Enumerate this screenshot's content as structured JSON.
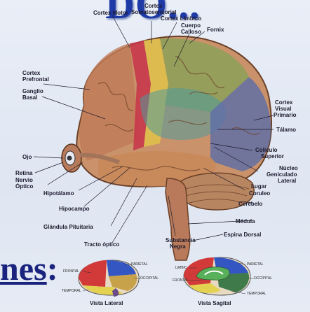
{
  "title_fragment": "DO...",
  "subtitle_fragment": {
    "underlined": "nes",
    "suffix": ":"
  },
  "labels": {
    "cortex_motor": "Cortex Motor",
    "cortex_soma_1": "Cortex",
    "cortex_soma_2": "Somatosensorial",
    "cortex_limbico": "Cortex Límbico",
    "cuerpo_calloso_1": "Cuerpo",
    "cuerpo_calloso_2": "Calloso",
    "fornix": "Fornix",
    "cortex_prefrontal_1": "Cortex",
    "cortex_prefrontal_2": "Prefrontal",
    "ganglio_basal_1": "Ganglio",
    "ganglio_basal_2": "Basal",
    "cortex_visual_1": "Cortex",
    "cortex_visual_2": "Visual",
    "cortex_visual_3": "Primario",
    "talamo": "Tálamo",
    "ojo": "Ojo",
    "colículo_1": "Colículo",
    "colículo_2": "Superior",
    "nucleo_1": "Núcleo",
    "nucleo_2": "Geniculado",
    "nucleo_3": "Lateral",
    "retina": "Retina",
    "nervio_1": "Nervio",
    "nervio_2": "Óptico",
    "hipotalamo": "Hipotálamo",
    "lugar_1": "Lugar",
    "lugar_2": "Coruleo",
    "cerebelo": "Cerebelo",
    "hipocampo": "Hipocampo",
    "medula": "Médula",
    "glandula": "Glándula Pituitaria",
    "espina": "Espina Dorsal",
    "tracto": "Tracto óptico",
    "substancia_1": "Substancia",
    "substancia_2": "Negra"
  },
  "mini_lateral": {
    "caption": "Vista Lateral",
    "labels": {
      "frontal": "FRONTAL",
      "parietal": "PARIETAL",
      "occipital": "OCCIPITAL",
      "temporal": "TEMPORAL"
    }
  },
  "mini_sagital": {
    "caption": "Vista Sagital",
    "labels": {
      "limbic": "LIMBIC",
      "frontal": "FRONTAL",
      "parietal": "PARIETAL",
      "occipital": "OCCIPITAL",
      "temporal": "TEMPORAL"
    }
  },
  "colors": {
    "title_blue": "#1e3aa6",
    "brain_base": "#c9926a",
    "motor_red": "#c8324a",
    "soma_yellow": "#e2c24a",
    "limbic_green": "#6aa84f",
    "frontal_tan": "#c98a5a",
    "visual_blue": "#5b6ea8",
    "cerebellum": "#b78560",
    "teal": "#4f9a9a"
  }
}
